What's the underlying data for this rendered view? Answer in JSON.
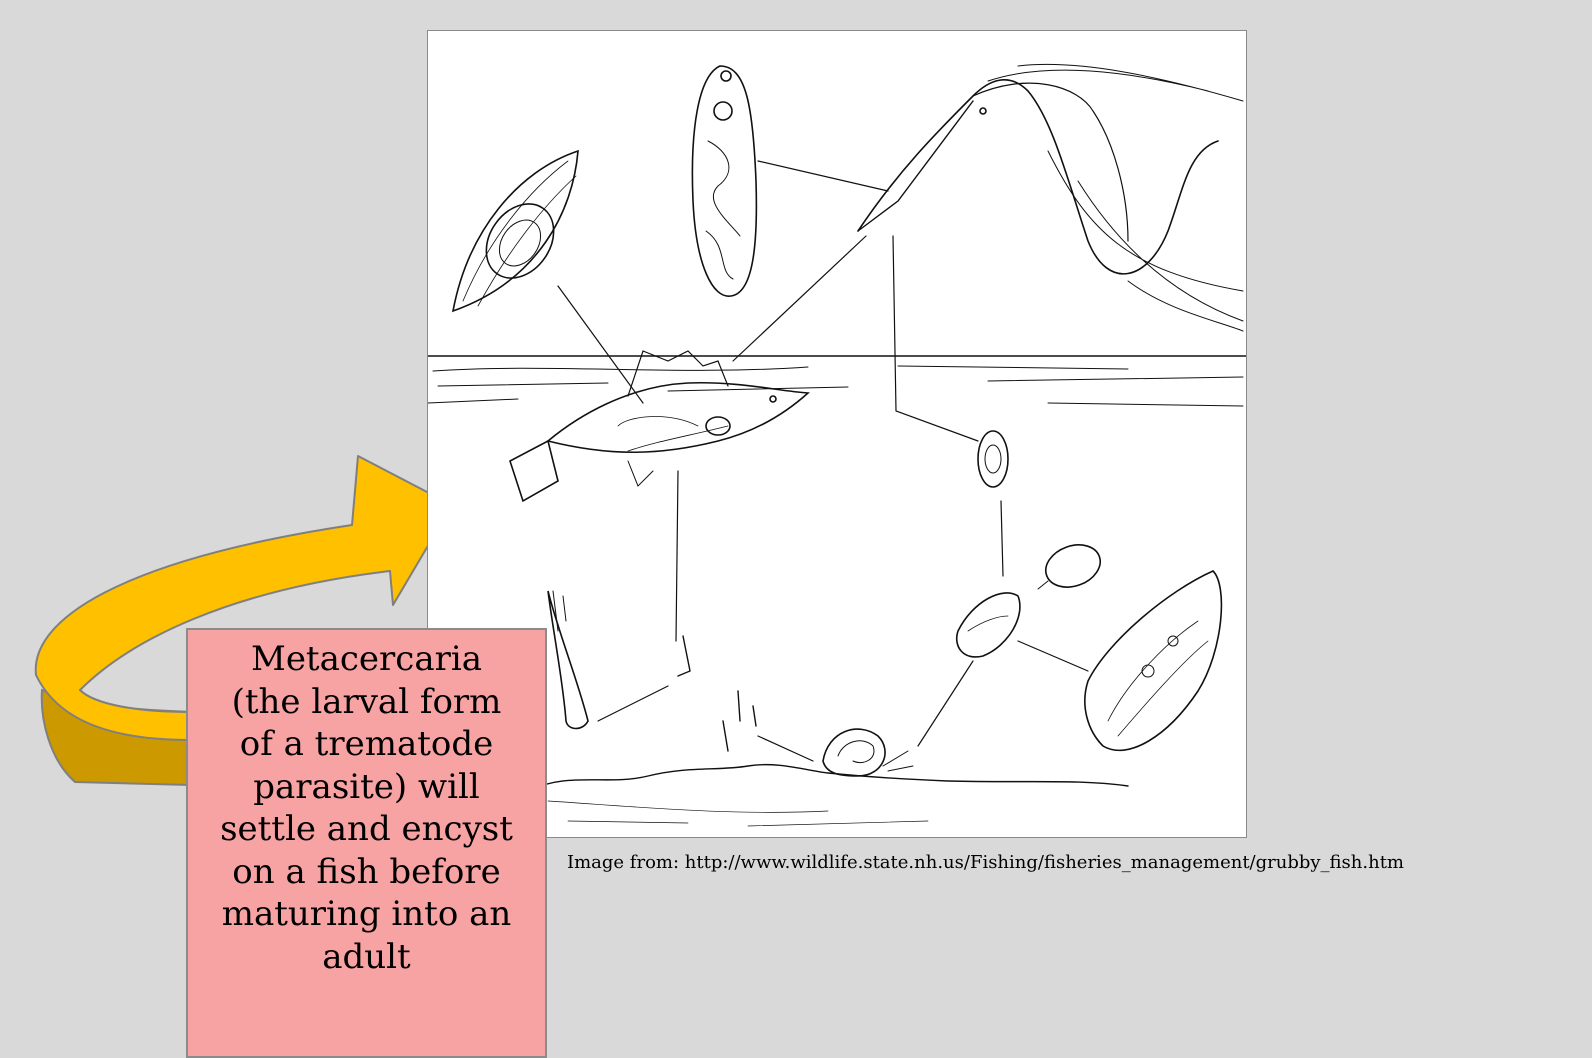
{
  "callout": {
    "lines": [
      "Metacercaria",
      "(the larval form",
      "of a trematode",
      "parasite) will",
      "settle and encyst",
      "on a fish before",
      "maturing into an",
      "adult"
    ]
  },
  "caption": "Image from: http://www.wildlife.state.nh.us/Fishing/fisheries_management/grubby_fish.htm",
  "colors": {
    "background": "#d9d9d9",
    "arrow_top": "#ffc000",
    "arrow_side": "#cc9900",
    "callout_fill": "#f8a3a3",
    "figure_bg": "#ffffff"
  },
  "icons": [
    "heron-icon",
    "perch-fish-icon",
    "snail-icon",
    "cyst-icon",
    "redia-icon",
    "cercaria-icon",
    "metacercaria-icon",
    "adult-fluke-icon",
    "egg-icon",
    "miracidium-icon"
  ]
}
